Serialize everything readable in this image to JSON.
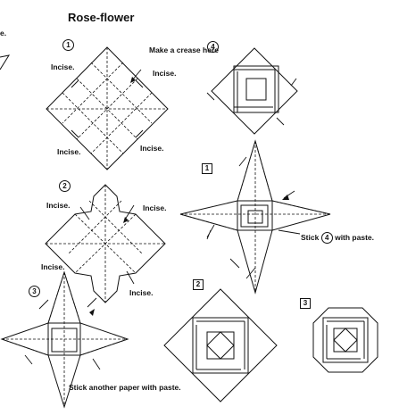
{
  "title": "Rose-flower",
  "fragment_left": "e.",
  "steps": {
    "s1": "1",
    "s2": "2",
    "s3": "3",
    "s4": "4",
    "b1": "1",
    "b2": "2",
    "b3": "3",
    "stick_ref": "4"
  },
  "labels": {
    "crease": "Make a crease here",
    "incise": "Incise.",
    "stick_pre": "Stick",
    "stick_post": "with paste.",
    "stick_another": "Stick another paper with paste."
  }
}
